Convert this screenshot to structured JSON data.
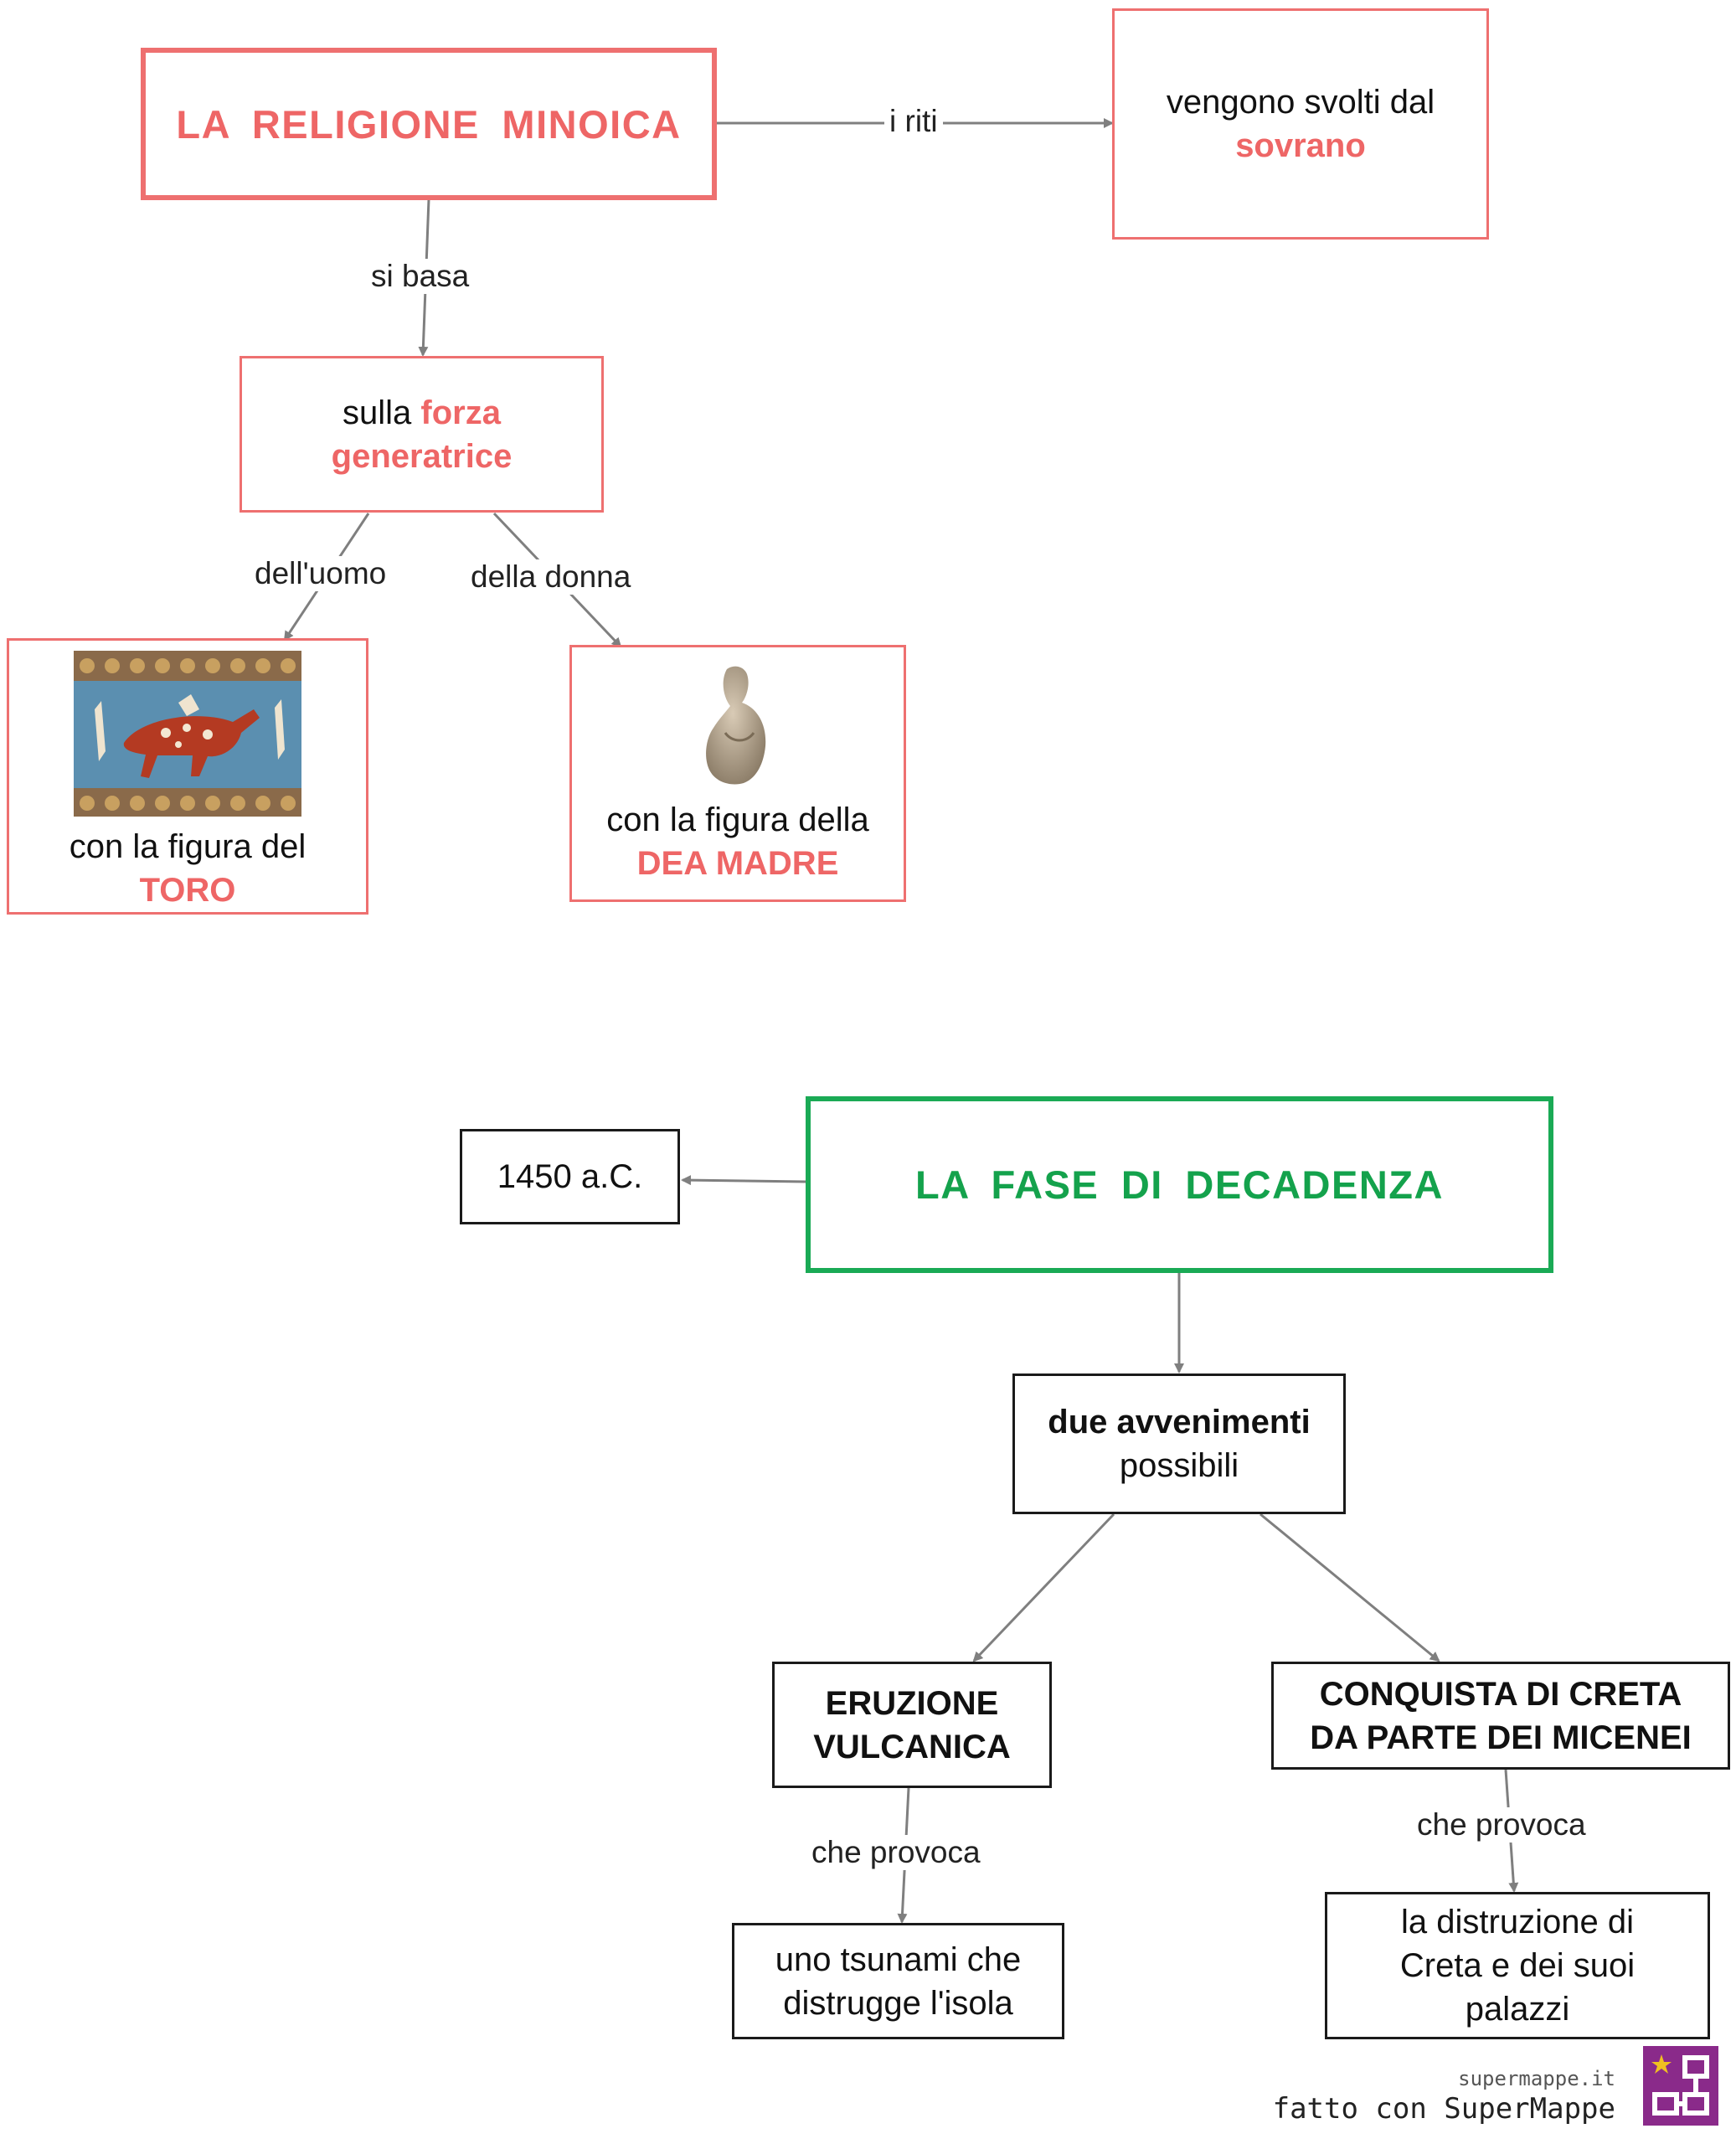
{
  "colors": {
    "accent_red": "#ee6666",
    "accent_green": "#14a24c",
    "edge_gray": "#7f7f7f"
  },
  "map1": {
    "title": "LA  RELIGIONE  MINOICA",
    "riti_label": "i riti",
    "sovrano_line1": "vengono svolti dal",
    "sovrano_line2": "sovrano",
    "si_basa_label": "si basa",
    "forza_prefix": "sulla",
    "forza_word1": "forza",
    "forza_word2": "generatrice",
    "uomo_label": "dell'uomo",
    "donna_label": "della donna",
    "toro_line1": "con la figura del",
    "toro_line2": "TORO",
    "toro_image_icon": "bull-leaping-fresco-image",
    "dea_line1": "con la figura della",
    "dea_line2": "DEA MADRE",
    "dea_image_icon": "mother-goddess-statuette-image"
  },
  "map2": {
    "title": "LA  FASE  DI  DECADENZA",
    "date": "1450 a.C.",
    "avvenimenti_bold": "due  avvenimenti",
    "avvenimenti_rest": "possibili",
    "eruzione_line1": "ERUZIONE",
    "eruzione_line2": "VULCANICA",
    "conquista_line1": "CONQUISTA  DI  CRETA",
    "conquista_line2": "DA  PARTE  DEI  MICENEI",
    "provoca_label_left": "che provoca",
    "provoca_label_right": "che provoca",
    "tsunami_line1": "uno  tsunami  che",
    "tsunami_line2": "distrugge  l'isola",
    "distruzione_line1": "la  distruzione  di",
    "distruzione_line2": "Creta  e  dei  suoi",
    "distruzione_line3": "palazzi"
  },
  "footer": {
    "site": "supermappe.it",
    "credit": "fatto con SuperMappe",
    "logo_icon": "supermappe-logo-icon"
  }
}
